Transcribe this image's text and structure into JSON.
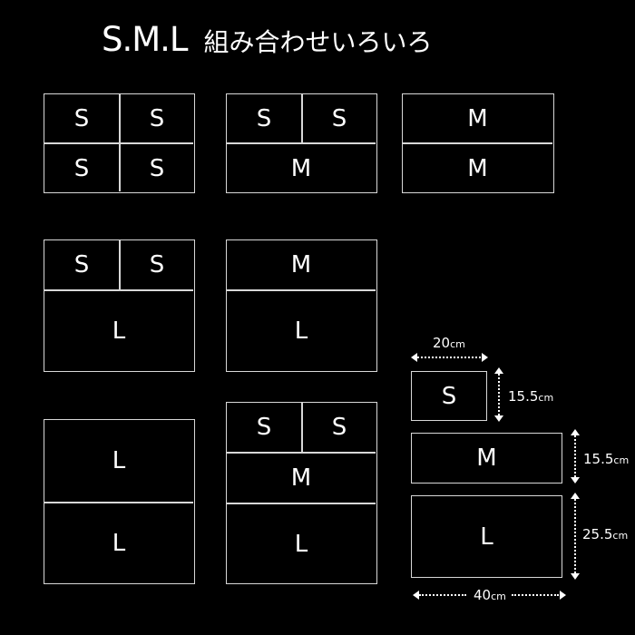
{
  "header": {
    "title": "S.M.L",
    "subtitle": "組み合わせいろいろ"
  },
  "combos": [
    {
      "name": "ssss",
      "cells": [
        "S",
        "S",
        "S",
        "S"
      ]
    },
    {
      "name": "ssm",
      "cells": [
        "S",
        "S",
        "M"
      ]
    },
    {
      "name": "mm",
      "cells": [
        "M",
        "M"
      ]
    },
    {
      "name": "ssl",
      "cells": [
        "S",
        "S",
        "L"
      ]
    },
    {
      "name": "ml",
      "cells": [
        "M",
        "L"
      ]
    },
    {
      "name": "ll",
      "cells": [
        "L",
        "L"
      ]
    },
    {
      "name": "ssml",
      "cells": [
        "S",
        "S",
        "M",
        "L"
      ]
    }
  ],
  "legend": {
    "s": {
      "label": "S",
      "width": "20",
      "height": "15.5"
    },
    "m": {
      "label": "M",
      "height": "15.5"
    },
    "l": {
      "label": "L",
      "height": "25.5",
      "width": "40"
    },
    "unit": "cm"
  }
}
